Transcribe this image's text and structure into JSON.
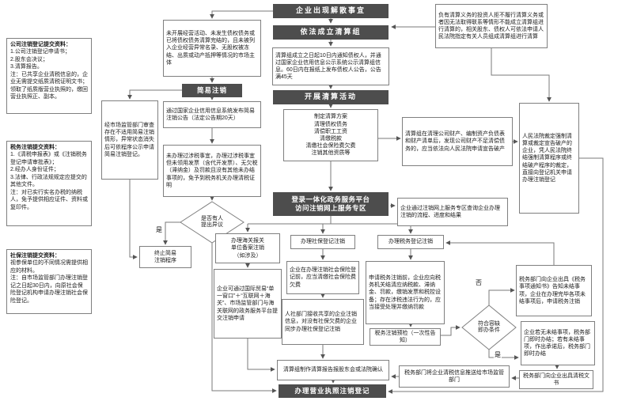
{
  "flowchart": {
    "nodes": {
      "title": "企业出现解散事宜",
      "form_group": "依法成立清算组",
      "court_appoint": "负有清算义务的投资人拒不履行清算义务或者因无法取得联系等情形不能成立清算组进行清算的，相关股东、债权人可依法申请人民法院指定有关人员组成清算组进行清算",
      "notice": "清算组成立之日起10日内通知债权人，并通过国家企业信用信息公示系统公示清算组信息。60日内在报纸上发布债权人公告，公告满45天",
      "activity": "开展清算活动",
      "activity_detail": "制定清算方案\n清理债权债务\n清偿职工工资\n清缴税款\n清缴社会保险费欠费\n注销其他资质等",
      "platform": "登录一体化政务服务平台\n访问注销网上服务专区",
      "simple_condition": "未开展经营活动、未发生债权债务或已将债权债务清算完结的，且未被列入企业经营异常名录、无股权被冻结、出质或动产抵押等情况的市场主体",
      "simple_cancel": "简易注销",
      "simple_notice": "通过国家企业信用信息系统发布简易注销公告（法定公告期20天）",
      "review": "经市场监管部门审查存在不适用简易注销情形，异常状态消失后可依程序公示申请简易注销登记。",
      "tax_exempt": "未办理过涉税事宜，办理过涉税事宜但未领用发票（含代开发票）、无欠税（滞纳金）及罚款且没有其他未办结事项的，免予到税务机关办理清税证明",
      "objection_q": "是否有人\n提出异议",
      "terminate": "终止简易\n注销程序",
      "customs": "办理海关报关\n单位备案注销\n（如涉及）",
      "customs_detail": "企业可通过国际贸易“单一窗口”＋“互联网＋海关”、市场监管部门与海关联网的政务服务平台提交注销申请",
      "social": "办理社保登记注销",
      "social_detail1": "企业在办理注销社会保险登记前，应当清缴社会保险费欠费",
      "social_detail2": "人社部门接收共享的企业注销信息，对没有社保欠费的企业同步办理社保登记注销",
      "tax": "办理税务登记注销",
      "tax_detail": "申请税务注销前，企业应向税务机关结清应纳税款、滞纳金、罚款，缴销发票和税控设备；存在涉税违法行为的，应当接受处理并缴纳罚款",
      "tax_precheck": "税务注销预检（一次性告知）",
      "query": "企业通过注销网上服务专区查询企业办理注销的流程、进度和结果",
      "bankruptcy": "清算组在清理公司财产、编制资产负债表和财产清单后，发现公司财产不足清偿债务的，应当依法向人民法院申请宣告破产",
      "court_ruling": "人民法院裁定强制清算或裁定宣告破产的企业，凭人民法院终结强制清算程序或终结破产程序的裁定，直接向登记机关申请办理注销登记",
      "tolerance_q": "符合容缺\n即办条件",
      "tax_notice": "税务部门向企业出具《税务事项通知书》告知未结事项，企业在办理完毕各项未结事项后，申请税务注销",
      "instant": "企业若无未结事项，税务部门即时办结；若有未结事项，作出承诺后，税务部门即时办结",
      "tax_doc": "税务部门向企业出具清税文书",
      "tax_push": "税务部门将企业清税信息推送给市场监管部门",
      "report": "清算组制作清算报告报股东会或法院确认",
      "license_cancel": "办理营业执照注销登记"
    },
    "materials": {
      "company": {
        "title": "公司注销登记提交资料：",
        "body": "1.公司注销登记申请书；\n2.股东会决议；\n3.清算报告。\n注：已共享企业清税信息的，企业无需提交纸质清税证明文书；领取了纸质版营业执照的，缴回营业执照正、副本。"
      },
      "tax": {
        "title": "税务注销提交资料：",
        "body": "1.《清税申报表》或《注销税务登记申请审批表》；\n2.经办人身份证件；\n3.法律、行政法规规定应提交的其他文件。\n注：对已实行实名办税的纳税人，免予提供相应证件、资料或复印件。"
      },
      "social": {
        "title": "社保注销提交资料：",
        "body": "视参保单位的不同情况需提供相应的材料。\n注：自市场监管部门办理注销登记之日起30日内，向原社会保险登记机构申请办理注销社会保险登记。"
      }
    },
    "labels": {
      "objection_yes": "是",
      "objection_no": "否",
      "tolerance_no": "否",
      "tolerance_yes": "是"
    },
    "colors": {
      "dark_box": "#4d4d4d",
      "border": "#7f7f7f",
      "background": "#ffffff"
    }
  }
}
